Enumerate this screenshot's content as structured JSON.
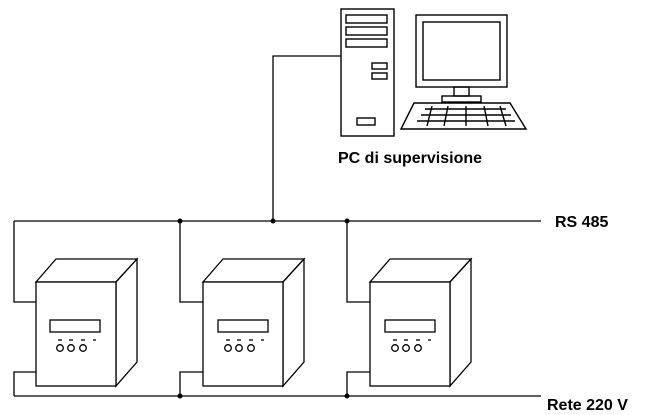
{
  "labels": {
    "pc": "PC di supervisione",
    "bus": "RS 485",
    "power": "Rete 220 V"
  },
  "devices": [
    {
      "id": "device-1"
    },
    {
      "id": "device-2"
    },
    {
      "id": "device-3"
    }
  ],
  "colors": {
    "line": "#000000",
    "background": "#ffffff"
  }
}
